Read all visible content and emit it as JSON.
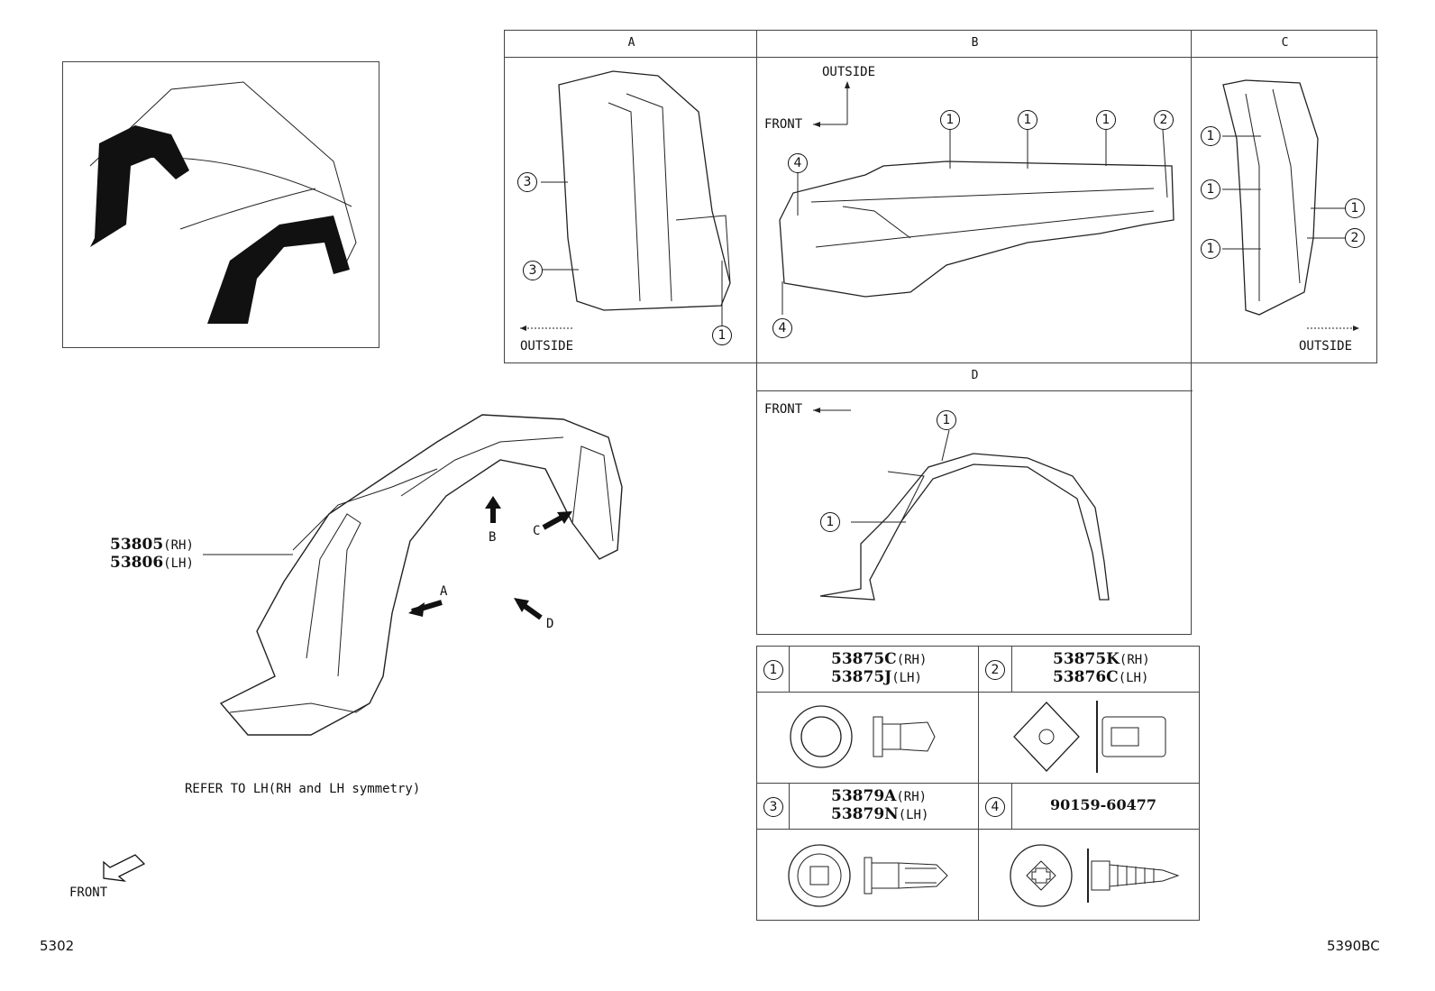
{
  "views": {
    "a": {
      "header": "A",
      "outside": "OUTSIDE",
      "callouts": [
        "3",
        "3",
        "1"
      ]
    },
    "b": {
      "header": "B",
      "outside": "OUTSIDE",
      "front": "FRONT",
      "callouts": [
        "1",
        "1",
        "1",
        "2",
        "4",
        "4"
      ]
    },
    "c": {
      "header": "C",
      "outside": "OUTSIDE",
      "callouts": [
        "1",
        "1",
        "1",
        "1",
        "2"
      ]
    }
  },
  "view_d": {
    "header": "D",
    "front": "FRONT",
    "callouts": [
      "1",
      "1"
    ]
  },
  "main": {
    "part_rh": "53805",
    "part_rh_suffix": "(RH)",
    "part_lh": "53806",
    "part_lh_suffix": "(LH)",
    "arrow_labels": {
      "a": "A",
      "b": "B",
      "c": "C",
      "d": "D"
    },
    "refer_note": "REFER TO LH(RH and LH symmetry)",
    "front": "FRONT"
  },
  "parts_table": [
    {
      "num": "1",
      "rh": "53875C",
      "rh_suffix": "(RH)",
      "lh": "53875J",
      "lh_suffix": "(LH)"
    },
    {
      "num": "2",
      "rh": "53875K",
      "rh_suffix": "(RH)",
      "lh": "53876C",
      "lh_suffix": "(LH)"
    },
    {
      "num": "3",
      "rh": "53879A",
      "rh_suffix": "(RH)",
      "lh": "53879N",
      "lh_suffix": "(LH)"
    },
    {
      "num": "4",
      "single": "90159-60477"
    }
  ],
  "footer": {
    "left_code": "5302",
    "right_code": "5390BC"
  }
}
